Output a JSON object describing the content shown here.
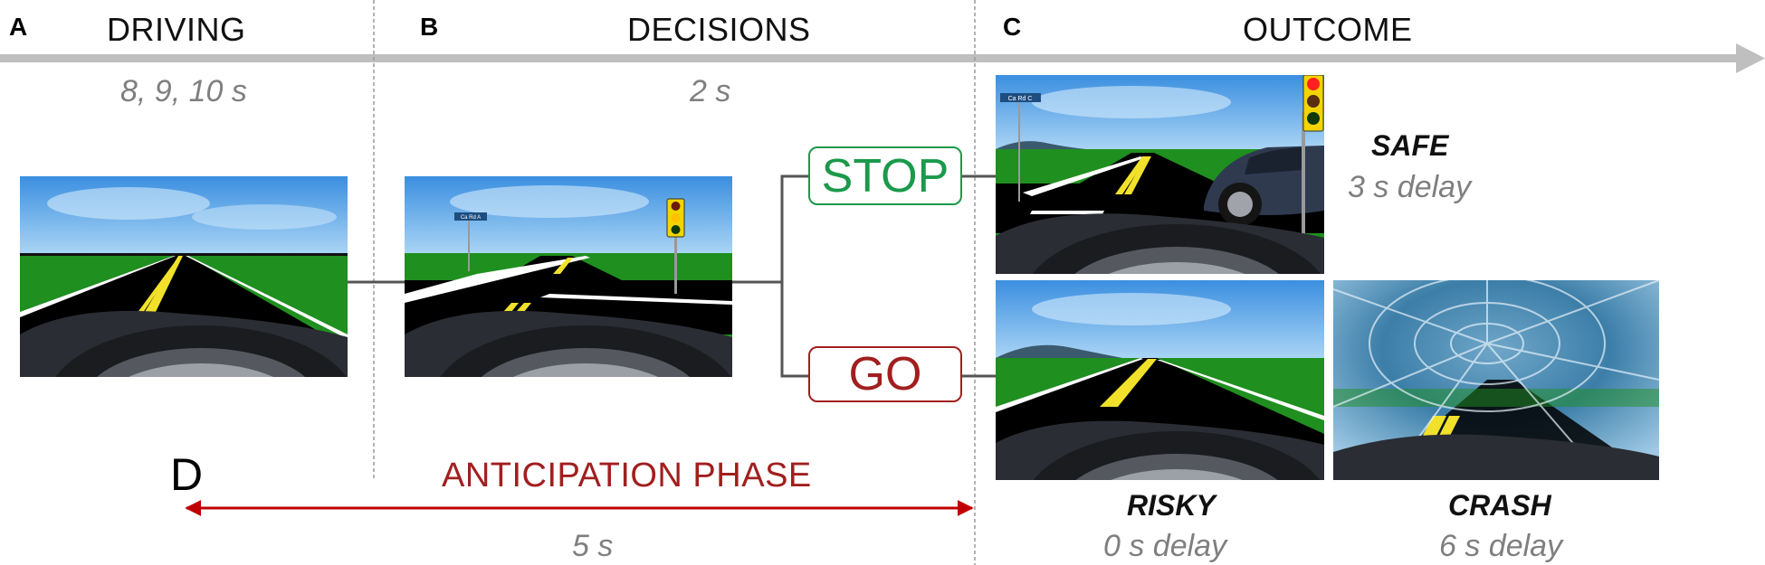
{
  "panels": {
    "a": {
      "letter": "A",
      "title": "DRIVING",
      "timing": "8, 9, 10 s"
    },
    "b": {
      "letter": "B",
      "title": "DECISIONS",
      "timing": "2 s"
    },
    "c": {
      "letter": "C",
      "title": "OUTCOME"
    }
  },
  "choices": {
    "stop": {
      "label": "STOP",
      "color": "#1a9a4a"
    },
    "go": {
      "label": "GO",
      "color": "#a11f1f"
    }
  },
  "outcomes": {
    "safe": {
      "label": "SAFE",
      "delay": "3 s delay"
    },
    "risky": {
      "label": "RISKY",
      "delay": "0 s delay"
    },
    "crash": {
      "label": "CRASH",
      "delay": "6 s delay"
    }
  },
  "anticipation": {
    "letter": "D",
    "label": "ANTICIPATION PHASE",
    "duration": "5 s"
  },
  "scene_signs": {
    "decision_sign": "Ca Rd A",
    "safe_sign": "Ca Rd C"
  },
  "colors": {
    "timeline_arrow": "#bfbfbf",
    "anticipation_arrow": "#c00000",
    "divider": "#9a9a9a"
  }
}
